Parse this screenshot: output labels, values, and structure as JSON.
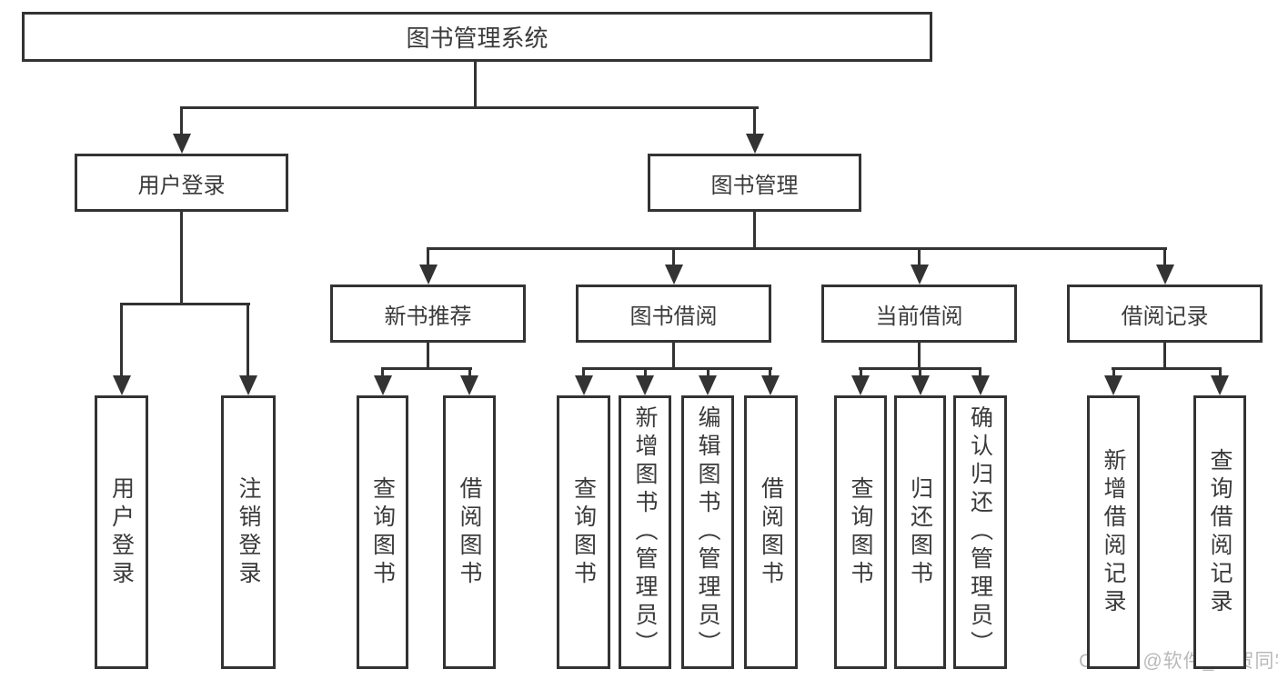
{
  "title": "图书管理系统",
  "watermark": "CSDN @软件_小贺同学",
  "colors": {
    "line": "#333333",
    "text": "#3a3a3a",
    "watermark": "#b9b9b9",
    "background": "#ffffff"
  },
  "nodes": {
    "root": "图书管理系统",
    "user_login": "用户登录",
    "book_mgmt": "图书管理",
    "new_book_rec": "新书推荐",
    "book_borrow": "图书借阅",
    "current_borrow": "当前借阅",
    "borrow_record": "借阅记录",
    "leaf_user_login": "用户登录",
    "leaf_logout": "注销登录",
    "leaf_g2_query": "查询图书",
    "leaf_g2_borrow": "借阅图书",
    "leaf_g3_query": "查询图书",
    "leaf_g3_add": "新增图书（管理员）",
    "leaf_g3_edit": "编辑图书（管理员）",
    "leaf_g3_borrow": "借阅图书",
    "leaf_g4_query": "查询图书",
    "leaf_g4_return": "归还图书",
    "leaf_g4_confirm": "确认归还（管理员）",
    "leaf_g5_add": "新增借阅记录",
    "leaf_g5_query": "查询借阅记录"
  },
  "hierarchy": {
    "root": {
      "user_login": [
        "leaf_user_login",
        "leaf_logout"
      ],
      "book_mgmt": {
        "new_book_rec": [
          "leaf_g2_query",
          "leaf_g2_borrow"
        ],
        "book_borrow": [
          "leaf_g3_query",
          "leaf_g3_add",
          "leaf_g3_edit",
          "leaf_g3_borrow"
        ],
        "current_borrow": [
          "leaf_g4_query",
          "leaf_g4_return",
          "leaf_g4_confirm"
        ],
        "borrow_record": [
          "leaf_g5_add",
          "leaf_g5_query"
        ]
      }
    }
  }
}
